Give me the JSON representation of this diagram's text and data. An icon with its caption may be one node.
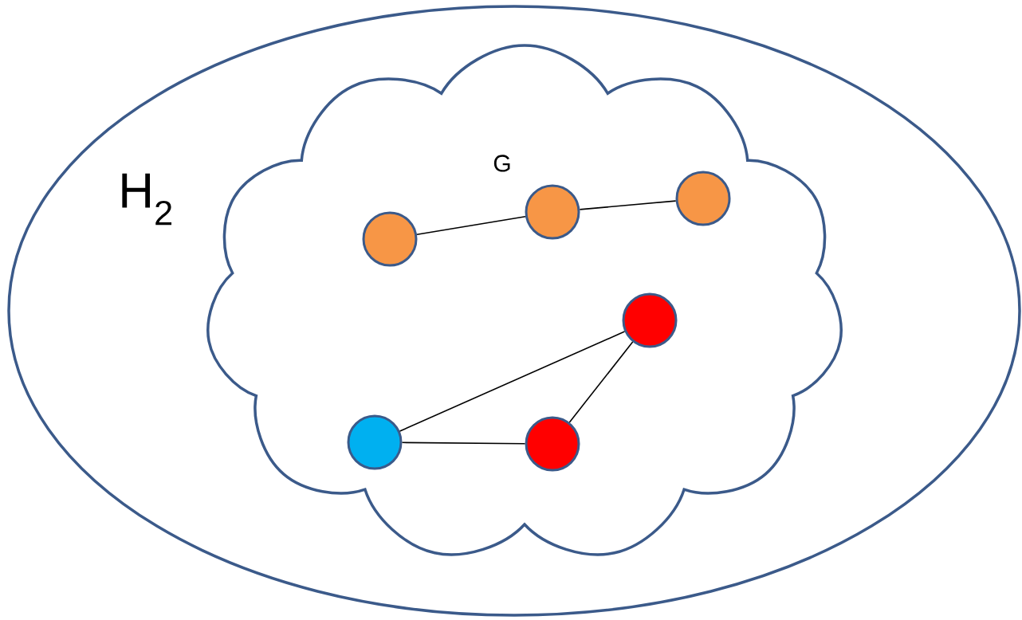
{
  "diagram": {
    "nodes": [
      {
        "text": [
          "H$_{2}$"
        ]
      },
      {
        "text": [
          "G"
        ],
        "in": 0
      },
      {
        "text": [],
        "shape": "circle",
        "in": 1
      },
      {
        "text": [],
        "shape": "circle",
        "in": 1
      },
      {
        "text": [],
        "shape": "circle",
        "in": 1
      },
      {
        "text": [],
        "shape": "circle",
        "in": 1
      },
      {
        "text": [],
        "shape": "circle",
        "in": 1
      },
      {
        "text": [],
        "shape": "circle",
        "in": 1
      }
    ],
    "edges": [
      {
        "from": 2,
        "to": 3,
        "arrow": "none"
      },
      {
        "from": 3,
        "to": 4,
        "arrow": "none"
      },
      {
        "from": 5,
        "to": 6,
        "arrow": "none"
      },
      {
        "from": 5,
        "to": 7,
        "arrow": "none"
      },
      {
        "from": 6,
        "to": 7,
        "arrow": "none"
      }
    ]
  }
}
